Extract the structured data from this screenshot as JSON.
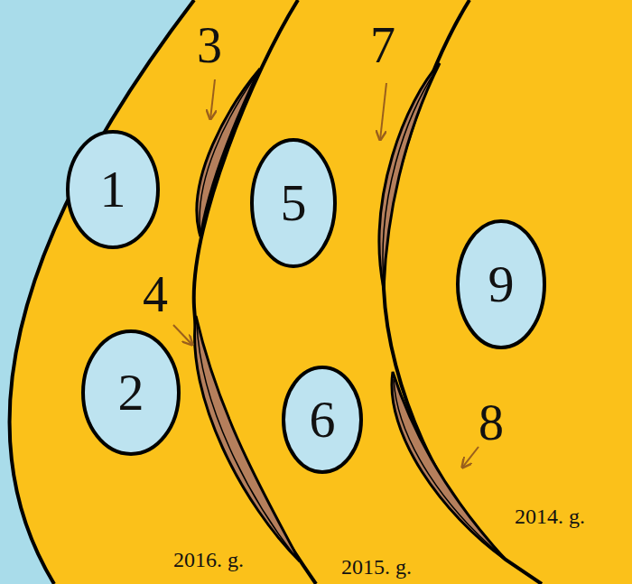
{
  "diagram": {
    "nodes": [
      {
        "text": [
          "1"
        ]
      },
      {
        "text": [
          "2"
        ]
      },
      {
        "text": [
          "5"
        ]
      },
      {
        "text": [
          "6"
        ]
      },
      {
        "text": [
          "9"
        ]
      }
    ],
    "labels": [
      "3",
      "4",
      "7",
      "8",
      "2016. g.",
      "2015. g.",
      "2014. g."
    ]
  }
}
